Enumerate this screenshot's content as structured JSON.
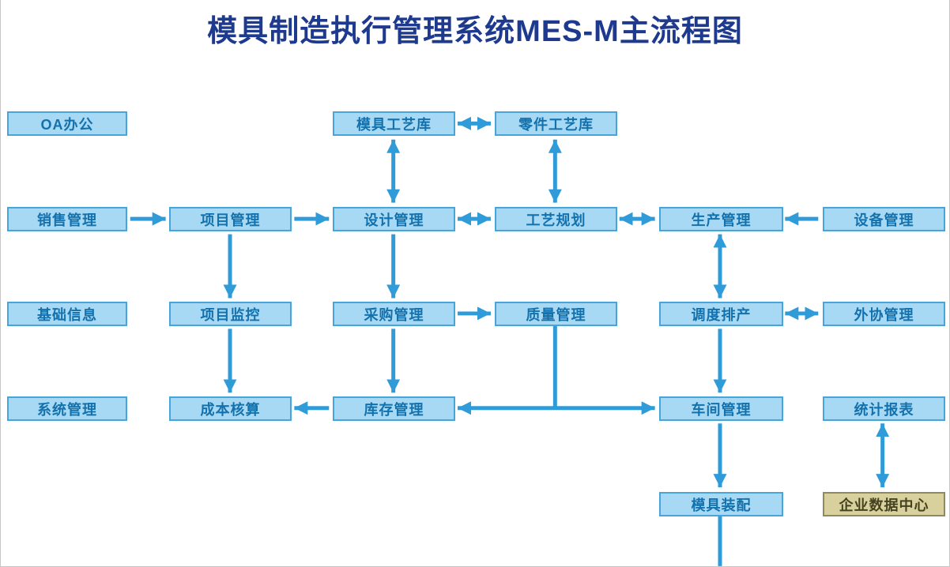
{
  "title": "模具制造执行管理系统MES-M主流程图",
  "colors": {
    "box_fill": "#a8d9f4",
    "box_border": "#47a5d9",
    "box_text": "#1371ad",
    "arrow": "#2f9bd8",
    "title_text": "#1e3a8f",
    "data_center_fill": "#d9d19d",
    "data_center_border": "#8f8a57",
    "data_center_text": "#45431f"
  },
  "nodes": [
    {
      "id": "oa_office",
      "label": "OA办公"
    },
    {
      "id": "mold_process_lib",
      "label": "模具工艺库"
    },
    {
      "id": "part_process_lib",
      "label": "零件工艺库"
    },
    {
      "id": "sales_mgmt",
      "label": "销售管理"
    },
    {
      "id": "project_mgmt",
      "label": "项目管理"
    },
    {
      "id": "design_mgmt",
      "label": "设计管理"
    },
    {
      "id": "process_planning",
      "label": "工艺规划"
    },
    {
      "id": "production_mgmt",
      "label": "生产管理"
    },
    {
      "id": "equipment_mgmt",
      "label": "设备管理"
    },
    {
      "id": "basic_info",
      "label": "基础信息"
    },
    {
      "id": "project_monitoring",
      "label": "项目监控"
    },
    {
      "id": "purchasing_mgmt",
      "label": "采购管理"
    },
    {
      "id": "quality_mgmt",
      "label": "质量管理"
    },
    {
      "id": "scheduling",
      "label": "调度排产"
    },
    {
      "id": "outsourcing_mgmt",
      "label": "外协管理"
    },
    {
      "id": "system_mgmt",
      "label": "系统管理"
    },
    {
      "id": "cost_accounting",
      "label": "成本核算"
    },
    {
      "id": "inventory_mgmt",
      "label": "库存管理"
    },
    {
      "id": "workshop_mgmt",
      "label": "车间管理"
    },
    {
      "id": "statistical_reports",
      "label": "统计报表"
    },
    {
      "id": "mold_assembly",
      "label": "模具装配"
    },
    {
      "id": "enterprise_data_center",
      "label": "企业数据中心"
    }
  ],
  "edges": [
    {
      "from": "mold_process_lib",
      "to": "part_process_lib",
      "arrows": "both"
    },
    {
      "from": "mold_process_lib",
      "to": "design_mgmt",
      "arrows": "both"
    },
    {
      "from": "part_process_lib",
      "to": "process_planning",
      "arrows": "both"
    },
    {
      "from": "sales_mgmt",
      "to": "project_mgmt",
      "arrows": "forward"
    },
    {
      "from": "project_mgmt",
      "to": "design_mgmt",
      "arrows": "forward"
    },
    {
      "from": "design_mgmt",
      "to": "process_planning",
      "arrows": "both"
    },
    {
      "from": "process_planning",
      "to": "production_mgmt",
      "arrows": "both"
    },
    {
      "from": "equipment_mgmt",
      "to": "production_mgmt",
      "arrows": "forward"
    },
    {
      "from": "project_mgmt",
      "to": "project_monitoring",
      "arrows": "forward"
    },
    {
      "from": "design_mgmt",
      "to": "purchasing_mgmt",
      "arrows": "forward"
    },
    {
      "from": "production_mgmt",
      "to": "scheduling",
      "arrows": "both"
    },
    {
      "from": "purchasing_mgmt",
      "to": "quality_mgmt",
      "arrows": "forward"
    },
    {
      "from": "scheduling",
      "to": "outsourcing_mgmt",
      "arrows": "both"
    },
    {
      "from": "project_monitoring",
      "to": "cost_accounting",
      "arrows": "forward"
    },
    {
      "from": "purchasing_mgmt",
      "to": "inventory_mgmt",
      "arrows": "forward"
    },
    {
      "from": "quality_mgmt",
      "to": "inventory_workshop_connector",
      "arrows": "none"
    },
    {
      "from": "scheduling",
      "to": "workshop_mgmt",
      "arrows": "forward"
    },
    {
      "from": "inventory_mgmt",
      "to": "cost_accounting",
      "arrows": "forward"
    },
    {
      "from": "inventory_mgmt",
      "to": "workshop_mgmt",
      "arrows": "both"
    },
    {
      "from": "workshop_mgmt",
      "to": "mold_assembly",
      "arrows": "forward"
    },
    {
      "from": "statistical_reports",
      "to": "enterprise_data_center",
      "arrows": "both"
    },
    {
      "from": "mold_assembly",
      "to": "bottom_edge_offscreen",
      "arrows": "none"
    }
  ]
}
